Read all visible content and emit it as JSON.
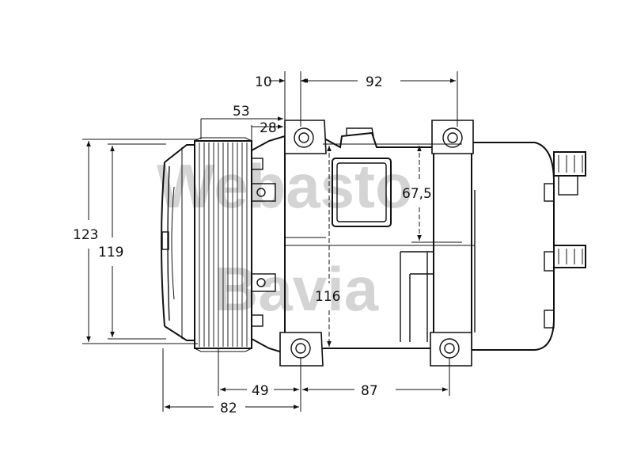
{
  "watermark": {
    "line1": "Webasto",
    "line2": "Bavia"
  },
  "dimensions": {
    "d10": "10",
    "d92": "92",
    "d53": "53",
    "d28": "28",
    "d67_5": "67,5",
    "d123": "123",
    "d119": "119",
    "d116": "116",
    "d49": "49",
    "d87": "87",
    "d82": "82"
  }
}
